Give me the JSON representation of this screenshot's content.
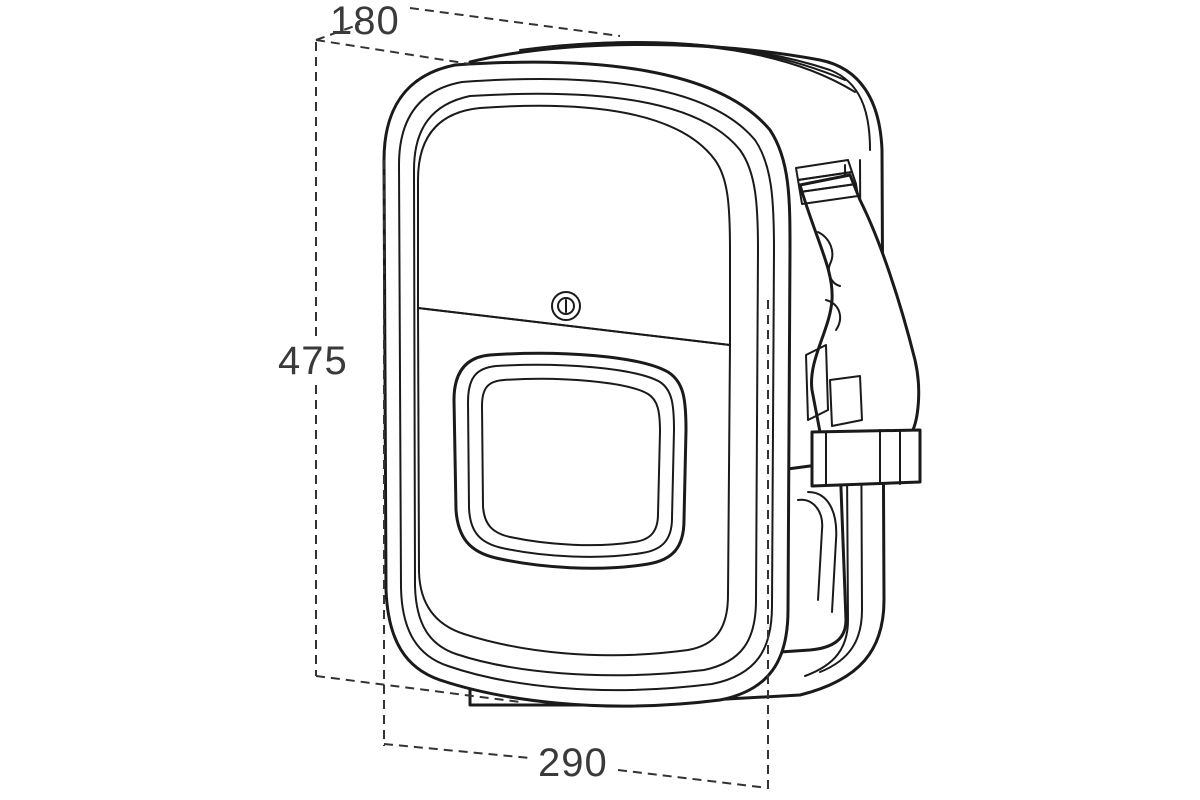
{
  "dimensions": {
    "depth": "180",
    "height": "475",
    "width": "290"
  }
}
